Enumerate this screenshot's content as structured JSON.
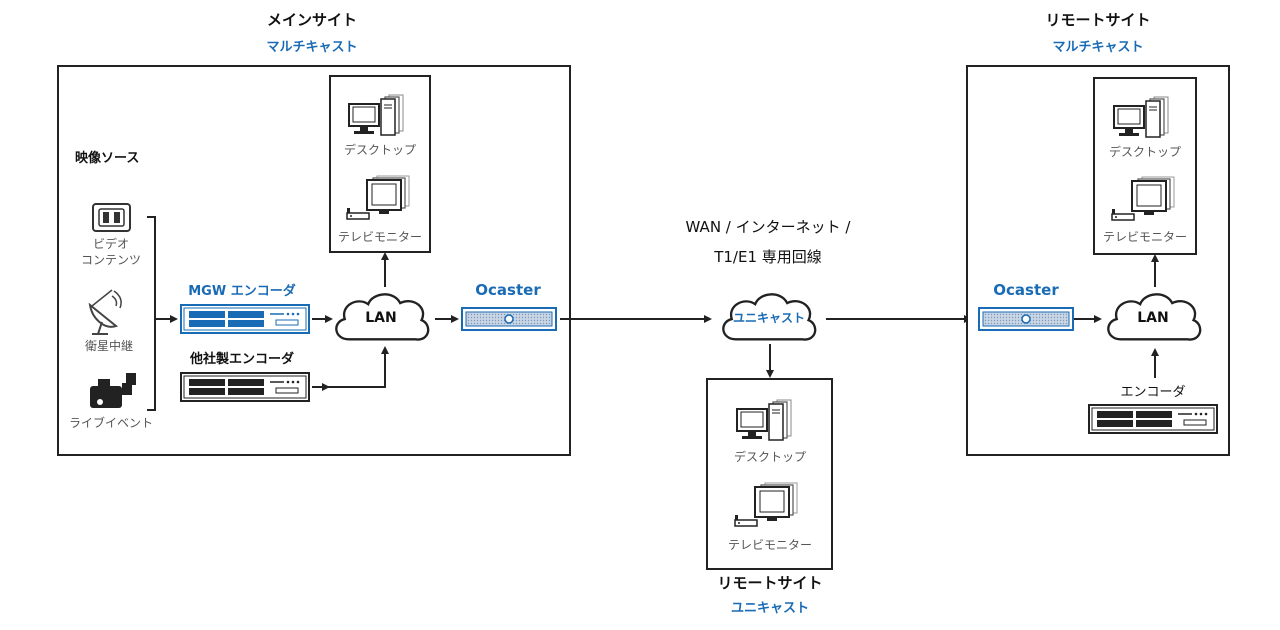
{
  "main_site": {
    "title": "メインサイト",
    "subtitle": "マルチキャスト",
    "video_source_label": "映像ソース",
    "sources": {
      "video_content": [
        "ビデオ",
        "コンテンツ"
      ],
      "satellite": "衛星中継",
      "live_event": "ライブイベント"
    },
    "mgw_encoder_label": "MGW エンコーダ",
    "other_encoder_label": "他社製エンコーダ",
    "lan_label": "LAN",
    "ocaster_label": "Ocaster",
    "desktop_label": "デスクトップ",
    "tv_label": "テレビモニター"
  },
  "wan": {
    "line1": "WAN /  インターネット  /",
    "line2": "T1/E1 専用回線",
    "cloud_label": "ユニキャスト"
  },
  "remote_multicast": {
    "title": "リモートサイト",
    "subtitle": "マルチキャスト",
    "ocaster_label": "Ocaster",
    "lan_label": "LAN",
    "encoder_label": "エンコーダ",
    "desktop_label": "デスクトップ",
    "tv_label": "テレビモニター"
  },
  "remote_unicast": {
    "title": "リモートサイト",
    "subtitle": "ユニキャスト",
    "desktop_label": "デスクトップ",
    "tv_label": "テレビモニター"
  },
  "colors": {
    "accent": "#1a6bb5",
    "line": "#222222"
  }
}
